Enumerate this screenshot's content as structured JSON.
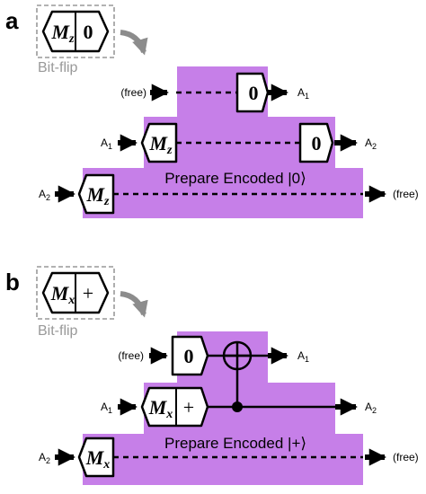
{
  "colors": {
    "purple": "#c67fe8",
    "legend_border": "#999999",
    "legend_text": "#999999",
    "curved_arrow": "#8c8c8c"
  },
  "panel_a": {
    "letter": "a",
    "legend": {
      "measure": "M",
      "measure_sub": "z",
      "prep": "0",
      "caption": "Bit-flip"
    },
    "row1": {
      "in_label": "(free)",
      "out_label": "A",
      "out_sub": "1",
      "prep": "0"
    },
    "row2": {
      "in_label": "A",
      "in_sub": "1",
      "measure": "M",
      "measure_sub": "z",
      "prep": "0",
      "out_label": "A",
      "out_sub": "2"
    },
    "row3": {
      "in_label": "A",
      "in_sub": "2",
      "measure": "M",
      "measure_sub": "z",
      "out_label": "(free)"
    },
    "box_title": "Prepare Encoded |0⟩"
  },
  "panel_b": {
    "letter": "b",
    "legend": {
      "measure": "M",
      "measure_sub": "x",
      "prep": "+",
      "caption": "Bit-flip"
    },
    "row1": {
      "in_label": "(free)",
      "out_label": "A",
      "out_sub": "1",
      "prep": "0"
    },
    "row2": {
      "in_label": "A",
      "in_sub": "1",
      "measure": "M",
      "measure_sub": "x",
      "prep": "+",
      "out_label": "A",
      "out_sub": "2"
    },
    "row3": {
      "in_label": "A",
      "in_sub": "2",
      "measure": "M",
      "measure_sub": "x",
      "out_label": "(free)"
    },
    "box_title": "Prepare Encoded |+⟩"
  }
}
